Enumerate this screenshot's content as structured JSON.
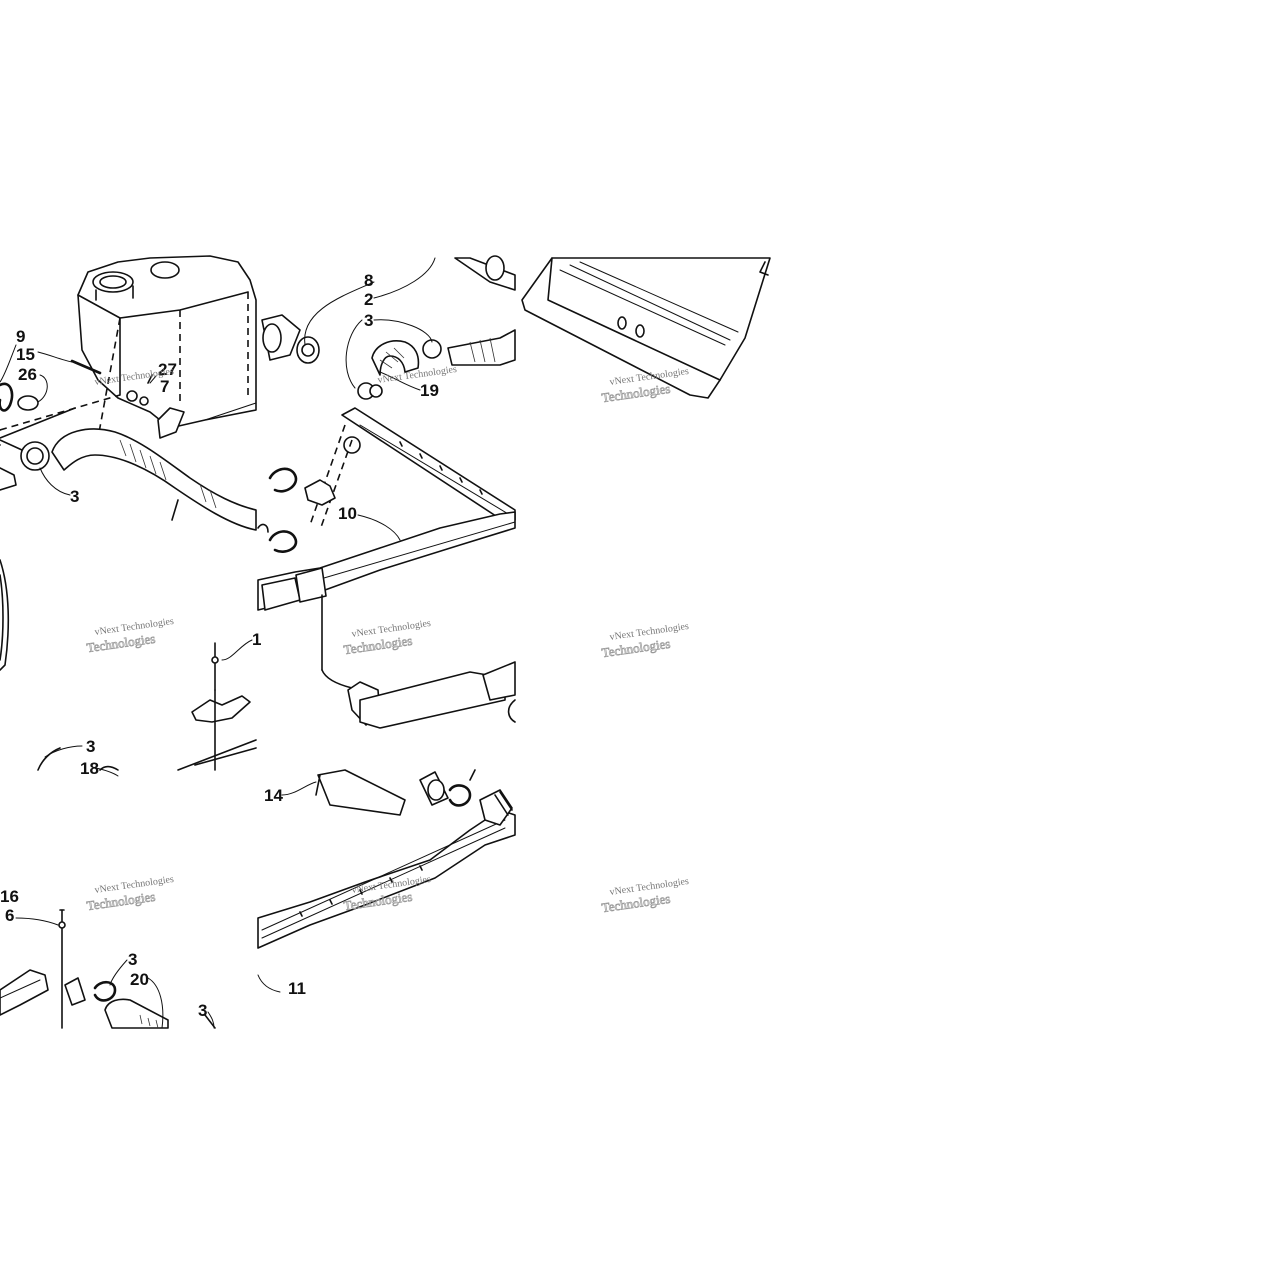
{
  "callouts": [
    {
      "id": "c9",
      "text": "9"
    },
    {
      "id": "c15",
      "text": "15"
    },
    {
      "id": "c26",
      "text": "26"
    },
    {
      "id": "c27",
      "text": "27"
    },
    {
      "id": "c7",
      "text": "7"
    },
    {
      "id": "c3a",
      "text": "3"
    },
    {
      "id": "c8",
      "text": "8"
    },
    {
      "id": "c2",
      "text": "2"
    },
    {
      "id": "c3b",
      "text": "3"
    },
    {
      "id": "c19",
      "text": "19"
    },
    {
      "id": "c10",
      "text": "10"
    },
    {
      "id": "c1",
      "text": "1"
    },
    {
      "id": "c3c",
      "text": "3"
    },
    {
      "id": "c18",
      "text": "18"
    },
    {
      "id": "c14",
      "text": "14"
    },
    {
      "id": "c16",
      "text": "16"
    },
    {
      "id": "c6",
      "text": "6"
    },
    {
      "id": "c3d",
      "text": "3"
    },
    {
      "id": "c20",
      "text": "20"
    },
    {
      "id": "c3e",
      "text": "3"
    },
    {
      "id": "c11",
      "text": "11"
    }
  ],
  "watermark": {
    "line1": "vNext Technologies",
    "line2": "Technologies"
  }
}
